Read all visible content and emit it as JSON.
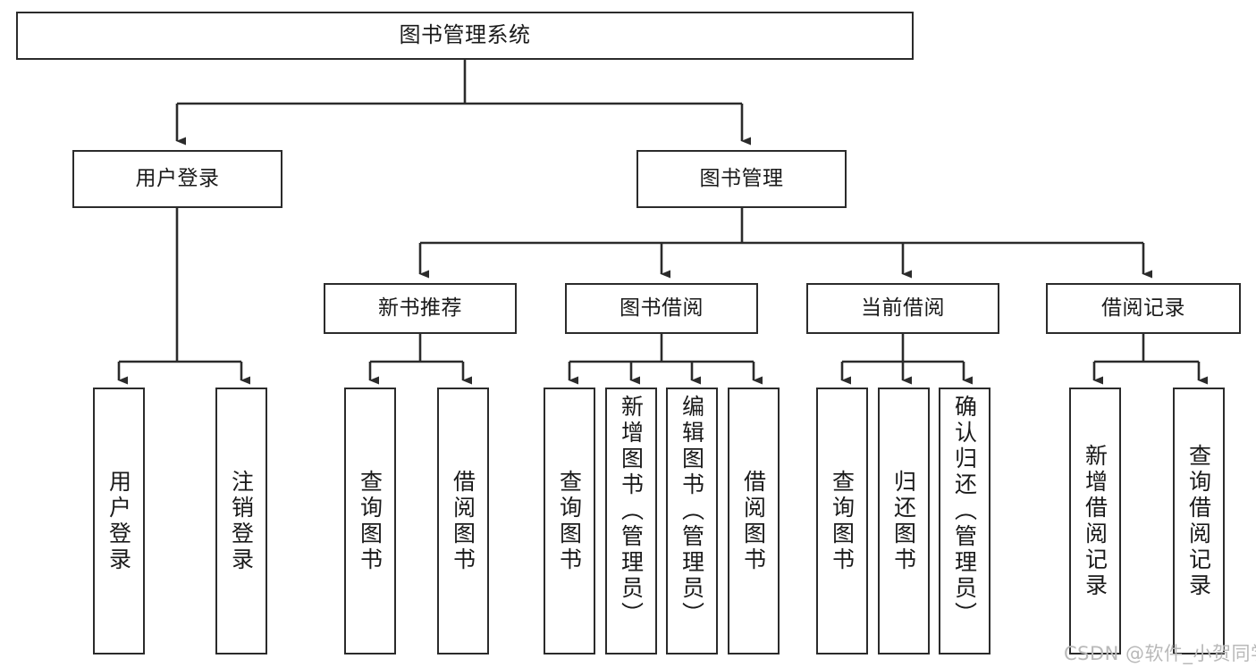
{
  "diagram": {
    "title": "图书管理系统",
    "type": "hierarchy-tree",
    "watermark": "CSDN @软件_小贺同学",
    "colors": {
      "box_border": "#2b2b2b",
      "box_fill": "#ffffff",
      "connector": "#2b2b2b",
      "text": "#1a1a1a",
      "watermark": "#b9b9b9",
      "background": "#ffffff"
    },
    "levels": {
      "root": {
        "label": "图书管理系统"
      },
      "level2": [
        {
          "id": "user-login",
          "label": "用户登录"
        },
        {
          "id": "book-management",
          "label": "图书管理"
        }
      ],
      "level3": [
        {
          "id": "new-book-recommend",
          "label": "新书推荐",
          "parent": "book-management"
        },
        {
          "id": "book-borrow",
          "label": "图书借阅",
          "parent": "book-management"
        },
        {
          "id": "current-borrow",
          "label": "当前借阅",
          "parent": "book-management"
        },
        {
          "id": "borrow-record",
          "label": "借阅记录",
          "parent": "book-management"
        }
      ],
      "leaves": [
        {
          "id": "leaf-user-login",
          "label": "用户登录",
          "parent": "user-login",
          "align": "center"
        },
        {
          "id": "leaf-user-logout",
          "label": "注销登录",
          "parent": "user-login",
          "align": "center"
        },
        {
          "id": "leaf-query-book-1",
          "label": "查询图书",
          "parent": "new-book-recommend",
          "align": "center"
        },
        {
          "id": "leaf-borrow-book-1",
          "label": "借阅图书",
          "parent": "new-book-recommend",
          "align": "center"
        },
        {
          "id": "leaf-query-book-2",
          "label": "查询图书",
          "parent": "book-borrow",
          "align": "center"
        },
        {
          "id": "leaf-add-book",
          "label": "新增图书（管理员）",
          "parent": "book-borrow",
          "align": "top"
        },
        {
          "id": "leaf-edit-book",
          "label": "编辑图书（管理员）",
          "parent": "book-borrow",
          "align": "top"
        },
        {
          "id": "leaf-borrow-book-2",
          "label": "借阅图书",
          "parent": "book-borrow",
          "align": "center"
        },
        {
          "id": "leaf-query-book-3",
          "label": "查询图书",
          "parent": "current-borrow",
          "align": "center"
        },
        {
          "id": "leaf-return-book",
          "label": "归还图书",
          "parent": "current-borrow",
          "align": "center"
        },
        {
          "id": "leaf-confirm-return",
          "label": "确认归还（管理员）",
          "parent": "current-borrow",
          "align": "top"
        },
        {
          "id": "leaf-add-record",
          "label": "新增借阅记录",
          "parent": "borrow-record",
          "align": "center"
        },
        {
          "id": "leaf-query-record",
          "label": "查询借阅记录",
          "parent": "borrow-record",
          "align": "center"
        }
      ]
    }
  }
}
